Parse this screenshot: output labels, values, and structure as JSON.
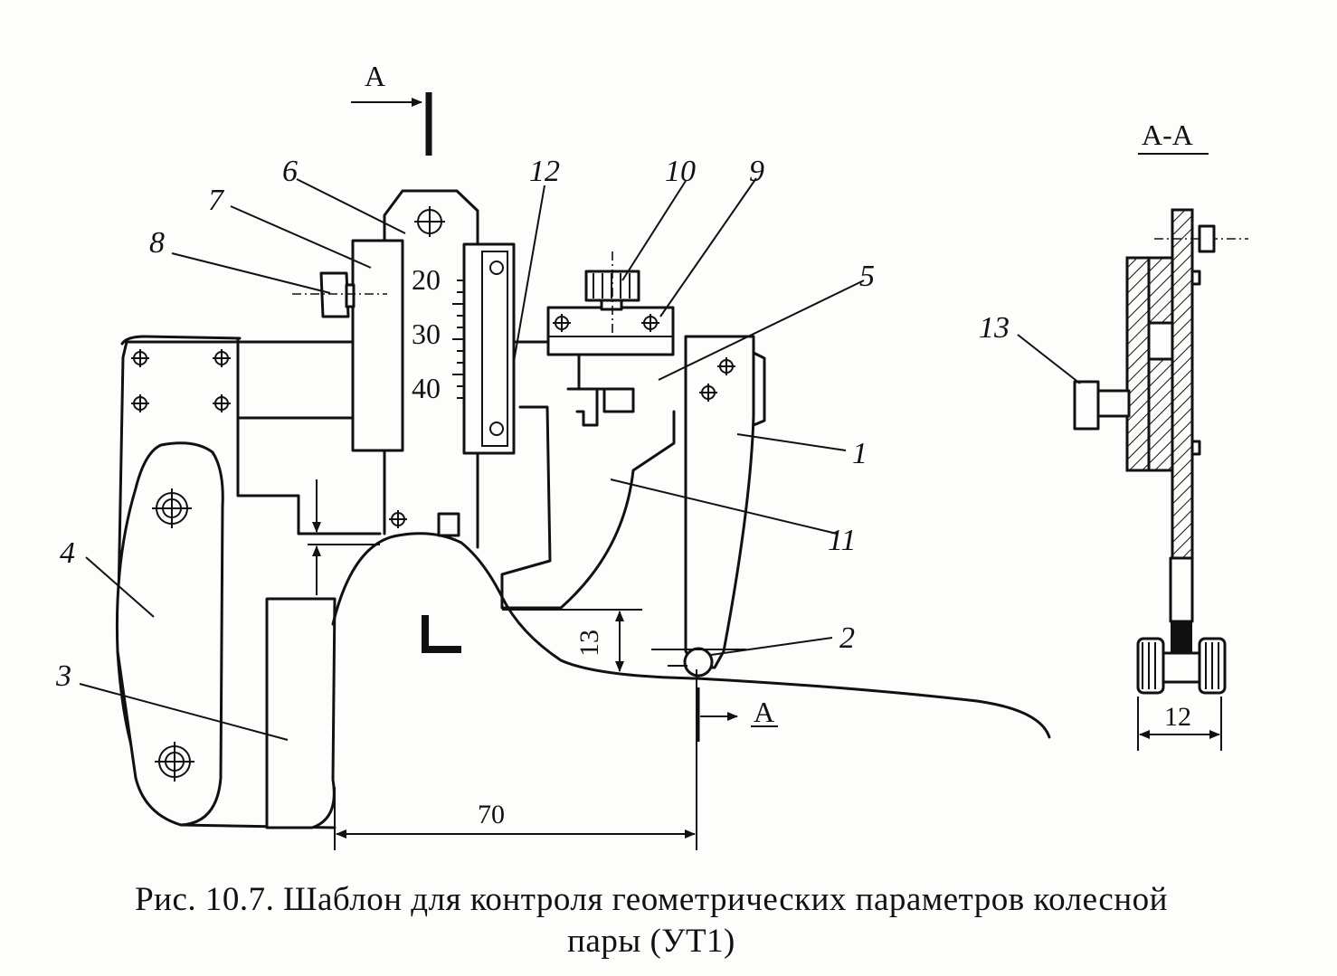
{
  "caption": {
    "line1": "Рис. 10.7. Шаблон для контроля геометрических параметров колесной",
    "line2": "пары (УТ1)"
  },
  "part_labels": [
    "1",
    "2",
    "3",
    "4",
    "5",
    "6",
    "7",
    "8",
    "9",
    "10",
    "11",
    "12",
    "13"
  ],
  "scale_labels": [
    "20",
    "30",
    "40"
  ],
  "dimensions": {
    "flange_height": "13",
    "distance": "70",
    "width": "12"
  },
  "section": {
    "marker": "А",
    "title": "А-А"
  }
}
